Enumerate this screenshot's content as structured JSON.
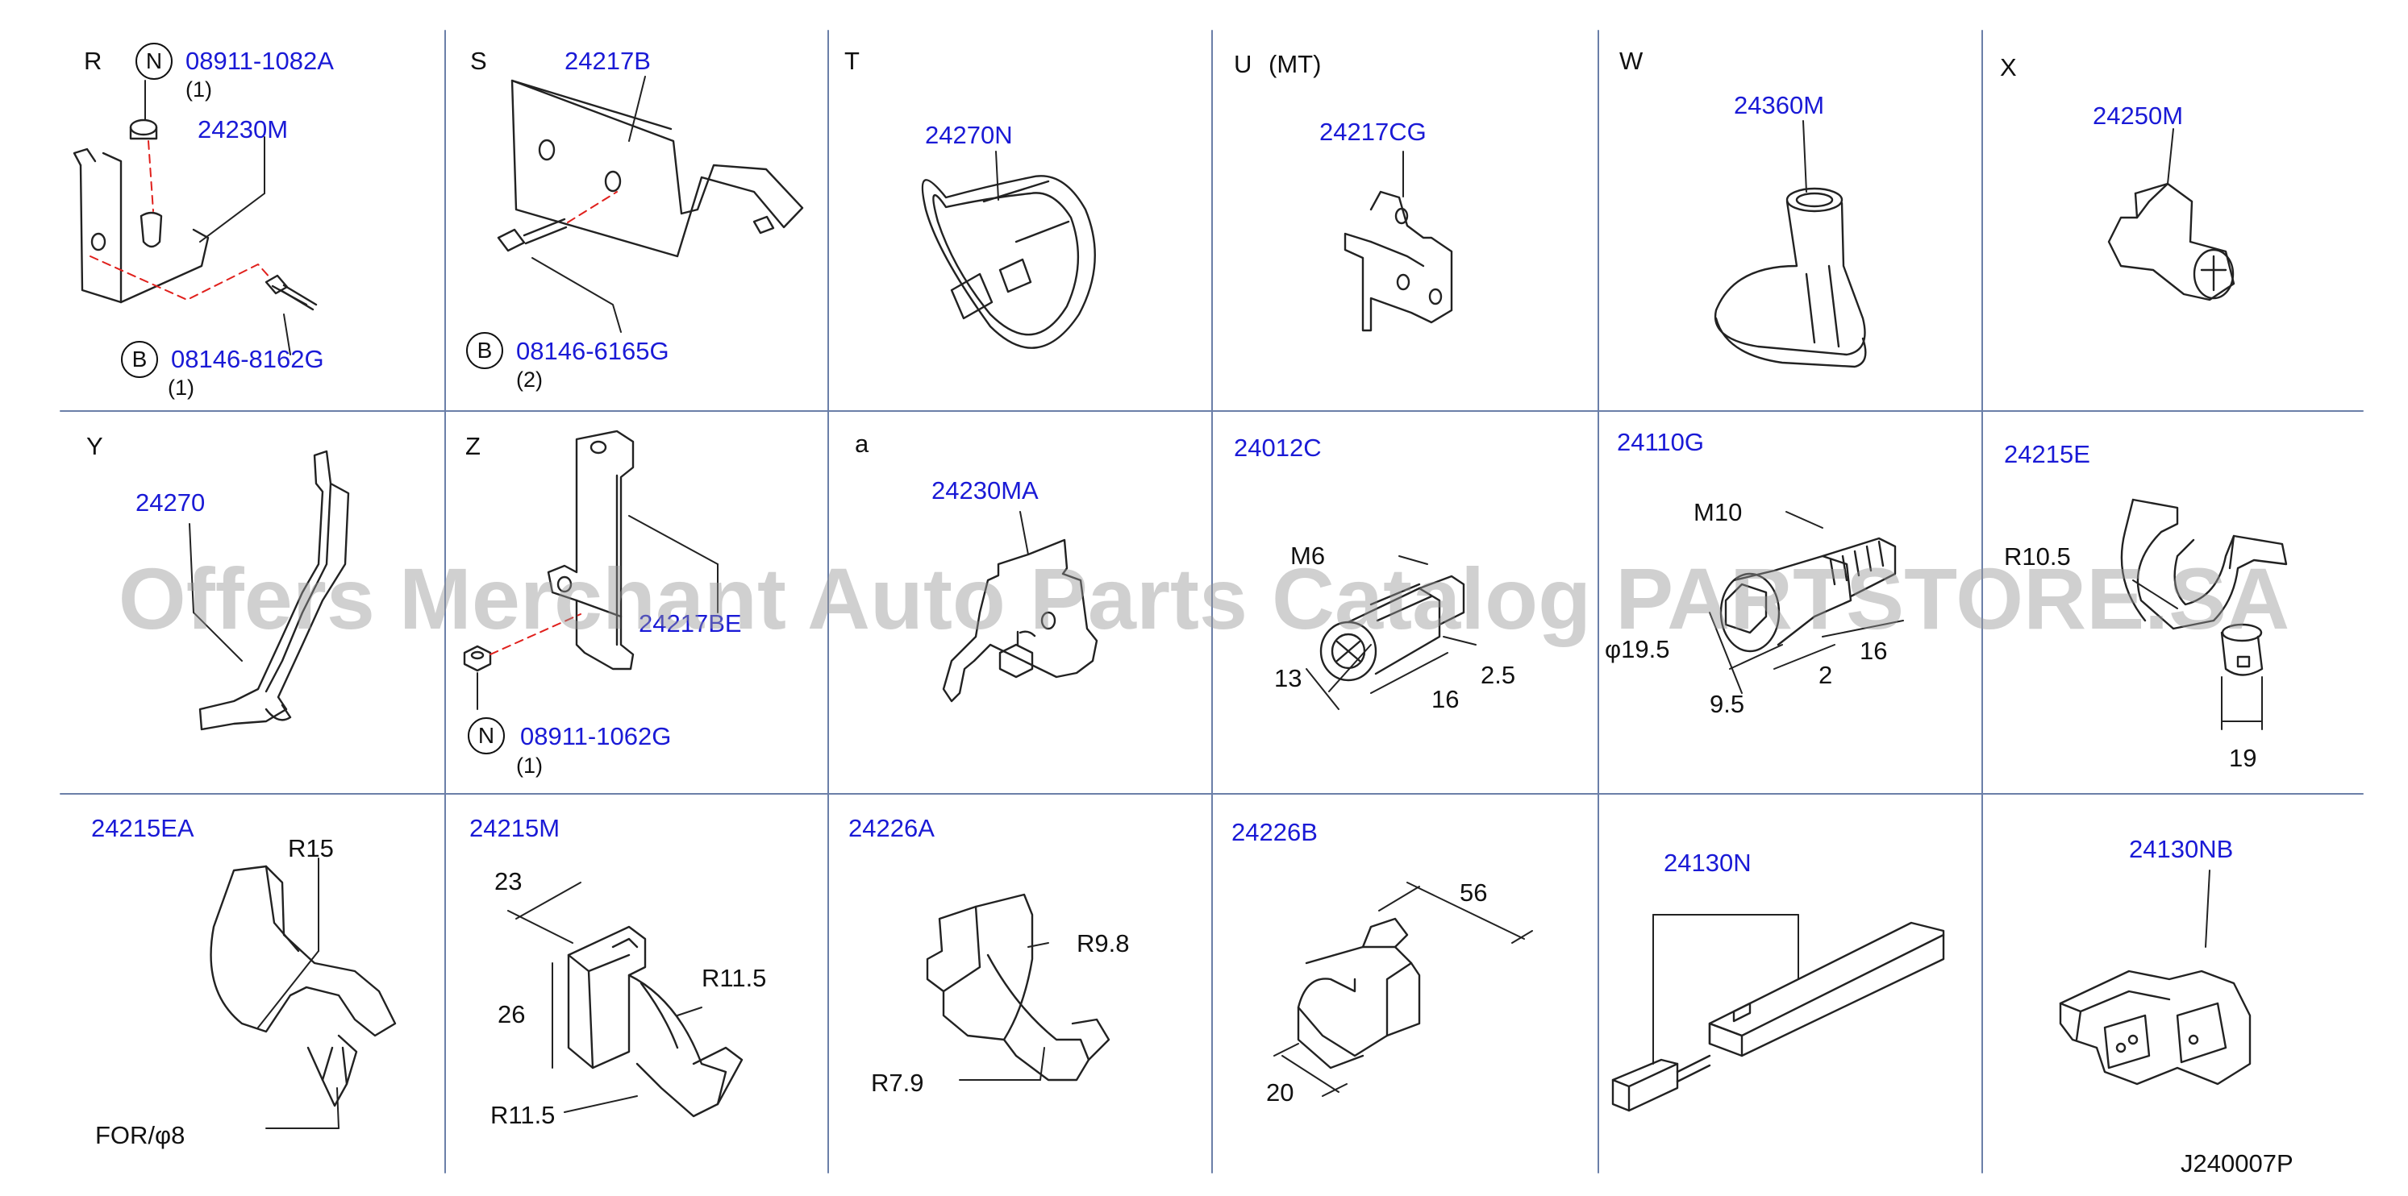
{
  "cells": {
    "R": {
      "letter": "R",
      "note_n": "N",
      "n_part": "08911-1082A",
      "n_qty": "(1)",
      "part": "24230M",
      "note_b": "B",
      "b_part": "08146-8162G",
      "b_qty": "(1)"
    },
    "S": {
      "letter": "S",
      "part": "24217B",
      "note_b": "B",
      "b_part": "08146-6165G",
      "b_qty": "(2)"
    },
    "T": {
      "letter": "T",
      "part": "24270N"
    },
    "U": {
      "letter": "U",
      "suffix": "(MT)",
      "part": "24217CG"
    },
    "W": {
      "letter": "W",
      "part": "24360M"
    },
    "X": {
      "letter": "X",
      "part": "24250M"
    },
    "Y": {
      "letter": "Y",
      "part": "24270"
    },
    "Z": {
      "letter": "Z",
      "part": "24217BE",
      "note_n": "N",
      "n_part": "08911-1062G",
      "n_qty": "(1)"
    },
    "a": {
      "letter": "a",
      "part": "24230MA"
    },
    "c24012C": {
      "part": "24012C",
      "thread": "M6",
      "dims": [
        "13",
        "16",
        "2.5"
      ]
    },
    "c24110G": {
      "part": "24110G",
      "thread": "M10",
      "dims": [
        "φ19.5",
        "9.5",
        "2",
        "16"
      ]
    },
    "c24215E": {
      "part": "24215E",
      "radius": "R10.5",
      "dims": [
        "19"
      ]
    },
    "c24215EA": {
      "part": "24215EA",
      "radius": "R15",
      "note": "FOR/φ8"
    },
    "c24215M": {
      "part": "24215M",
      "dims": [
        "23",
        "26"
      ],
      "radii": [
        "R11.5",
        "R11.5"
      ]
    },
    "c24226A": {
      "part": "24226A",
      "radii": [
        "R9.8",
        "R7.9"
      ]
    },
    "c24226B": {
      "part": "24226B",
      "dims": [
        "56",
        "20"
      ]
    },
    "c24130N": {
      "part": "24130N"
    },
    "c24130NB": {
      "part": "24130NB"
    }
  },
  "watermark": "Offers Merchant Auto Parts Catalog PARTSTORE.SA",
  "figure_code": "J240007P",
  "colors": {
    "part_number": "#1a1ad6",
    "grid": "#6b7fa8",
    "drawing": "#222222",
    "leader_dashed": "#e0201c",
    "watermark": "#969696"
  }
}
